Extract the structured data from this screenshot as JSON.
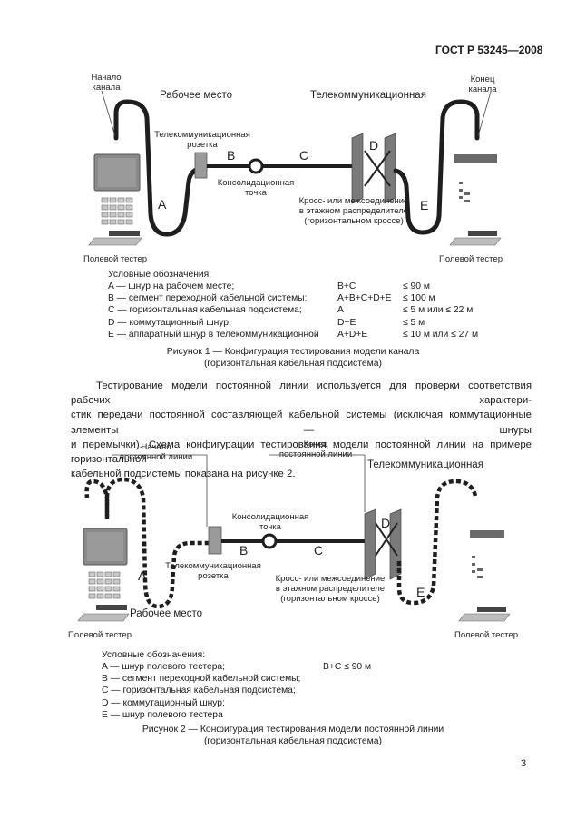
{
  "header": {
    "standard_id": "ГОСТ Р 53245—2008"
  },
  "figure1": {
    "labels": {
      "channel_start": [
        "Начало",
        "канала"
      ],
      "channel_end": [
        "Конец",
        "канала"
      ],
      "workplace": "Рабочее место",
      "telecom_top": "Телекоммуникационная",
      "outlet": [
        "Телекоммуникационная",
        "розетка"
      ],
      "consolidation": [
        "Консолидационная",
        "точка"
      ],
      "cross": [
        "Кросс- или межсоединение",
        "в этажном распределителе",
        "(горизонтальном кроссе)"
      ],
      "field_tester_left": "Полевой тестер",
      "field_tester_right": "Полевой тестер",
      "seg_a": "A",
      "seg_b": "B",
      "seg_c": "C",
      "seg_d": "D",
      "seg_e": "E"
    },
    "legend": {
      "title": "Условные обозначения:",
      "rows": [
        {
          "desc": "A — шнур на рабочем месте;",
          "formula": "B+C",
          "limit": "≤ 90 м"
        },
        {
          "desc": "B — сегмент переходной кабельной системы;",
          "formula": "A+B+C+D+E",
          "limit": "≤ 100 м"
        },
        {
          "desc": "C — горизонтальная кабельная подсистема;",
          "formula": "A",
          "limit": "≤ 5 м или ≤ 22 м"
        },
        {
          "desc": "D — коммутационный шнур;",
          "formula": "D+E",
          "limit": "≤ 5 м"
        },
        {
          "desc": "E — аппаратный шнур в телекоммуникационной",
          "formula": "A+D+E",
          "limit": "≤ 10 м или ≤ 27 м"
        }
      ]
    },
    "caption": [
      "Рисунок 1 — Конфигурация тестирования модели канала",
      "(горизонтальная кабельная подсистема)"
    ]
  },
  "paragraph": {
    "lines": [
      "Тестирование модели постоянной линии используется для проверки соответствия рабочих характери-",
      "стик передачи постоянной составляющей кабельной системы (исключая коммутационные элементы — шнуры",
      "и перемычки). Схема конфигурации тестирования модели постоянной линии на примере горизонтальной",
      "кабельной подсистемы показана на рисунке 2."
    ]
  },
  "figure2": {
    "labels": {
      "link_start": [
        "Начало",
        "постоянной линии"
      ],
      "link_end": [
        "Конец",
        "постоянной линии"
      ],
      "telecom_top": "Телекоммуникационная",
      "consolidation": [
        "Консолидационная",
        "точка"
      ],
      "outlet": [
        "Телекоммуникационная",
        "розетка"
      ],
      "cross": [
        "Кросс- или межсоединение",
        "в этажном распределителе",
        "(горизонтальном кроссе)"
      ],
      "workplace": "Рабочее место",
      "field_tester_left": "Полевой тестер",
      "field_tester_right": "Полевой тестер",
      "seg_a": "A",
      "seg_b": "B",
      "seg_c": "C",
      "seg_d": "D",
      "seg_e": "E"
    },
    "legend": {
      "title": "Условные обозначения:",
      "rows": [
        {
          "desc": "A — шнур полевого тестера;",
          "formula": "B+C ≤ 90 м"
        },
        {
          "desc": "B — сегмент переходной кабельной системы;",
          "formula": ""
        },
        {
          "desc": "C — горизонтальная кабельная подсистема;",
          "formula": ""
        },
        {
          "desc": "D — коммутационный шнур;",
          "formula": ""
        },
        {
          "desc": "E — шнур полевого тестера",
          "formula": ""
        }
      ]
    },
    "caption": [
      "Рисунок 2 — Конфигурация тестирования модели постоянной линии",
      "(горизонтальная кабельная подсистема)"
    ]
  },
  "footer": {
    "page_number": "3"
  },
  "icons": {
    "tester_left": "field-tester-icon",
    "tester_right": "field-tester-icon",
    "outlet": "telecom-outlet-icon",
    "consolidation_point": "consolidation-point-icon",
    "cross_connect": "cross-connect-icon"
  }
}
